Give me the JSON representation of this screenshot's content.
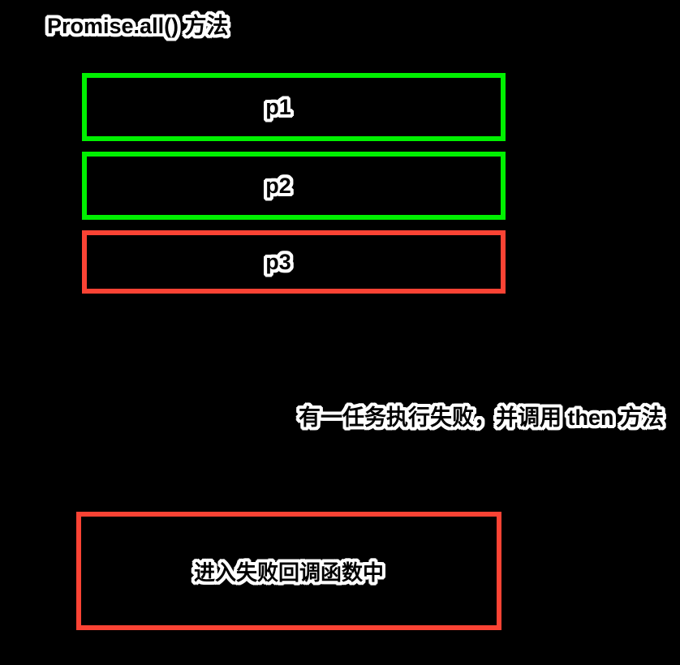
{
  "title": "Promise.all() 方法",
  "tasks": [
    {
      "label": "p1",
      "status": "success"
    },
    {
      "label": "p2",
      "status": "success"
    },
    {
      "label": "p3",
      "status": "fail"
    }
  ],
  "annotation": "有一任务执行失败，并调用 then 方法",
  "result": {
    "label": "进入失败回调函数中"
  },
  "colors": {
    "background": "#000000",
    "success_border": "#00f000",
    "fail_border": "#fb4334",
    "text_fill": "#000000",
    "text_outline": "#ffffff"
  }
}
